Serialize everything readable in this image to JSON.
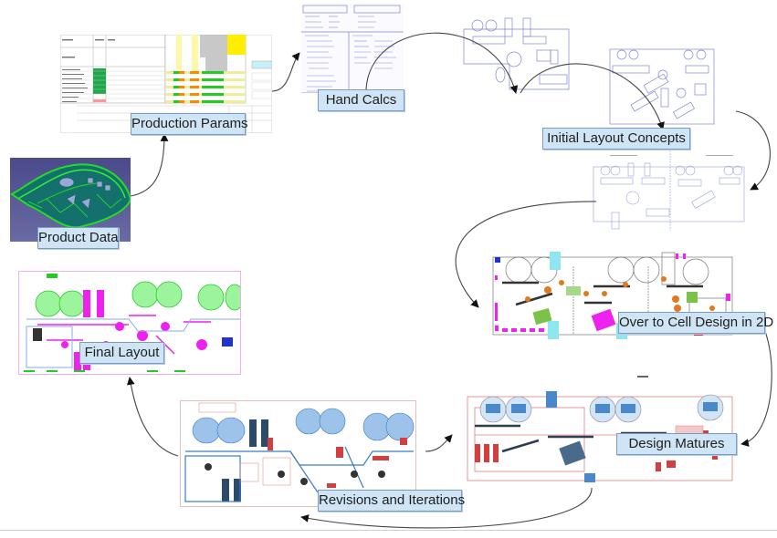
{
  "diagram": {
    "type": "process-flow",
    "steps": [
      {
        "id": "product-data",
        "label": "Product Data",
        "image": "3D CAD part model (green/teal mesh)"
      },
      {
        "id": "production-params",
        "label": "Production Params",
        "image": "spreadsheet of production parameters"
      },
      {
        "id": "hand-calcs",
        "label": "Hand Calcs",
        "image": "handwritten calculation sheet"
      },
      {
        "id": "initial-layout-concepts",
        "label": "Initial Layout Concepts",
        "image": "hand-sketched layout drawings"
      },
      {
        "id": "cell-design-2d",
        "label": "Over to Cell Design in 2D",
        "image": "2D cell layout drawing (orange/magenta/green)"
      },
      {
        "id": "design-matures",
        "label": "Design Matures",
        "image": "detailed 2D layout (red/blue)"
      },
      {
        "id": "revisions-iterations",
        "label": "Revisions and Iterations",
        "image": "revised 2D layout (blue/red)"
      },
      {
        "id": "final-layout",
        "label": "Final Layout",
        "image": "final 2D layout (green/magenta)"
      }
    ],
    "flow": [
      [
        "product-data",
        "production-params"
      ],
      [
        "production-params",
        "hand-calcs"
      ],
      [
        "hand-calcs",
        "initial-layout-concepts"
      ],
      [
        "initial-layout-concepts",
        "initial-layout-concepts"
      ],
      [
        "initial-layout-concepts",
        "cell-design-2d"
      ],
      [
        "cell-design-2d",
        "design-matures"
      ],
      [
        "design-matures",
        "revisions-iterations"
      ],
      [
        "revisions-iterations",
        "design-matures"
      ],
      [
        "revisions-iterations",
        "final-layout"
      ]
    ]
  },
  "colors": {
    "label_fill": "#cfe5f5",
    "label_border": "#7a9cc4",
    "arrow": "#333333",
    "sketch_ink": "#6b6fd0",
    "cad_green": "#22dd22",
    "cad_magenta": "#ee22ee",
    "cad_blue": "#3a7cc4",
    "cad_red": "#d04040",
    "cad_orange": "#e07a20"
  }
}
